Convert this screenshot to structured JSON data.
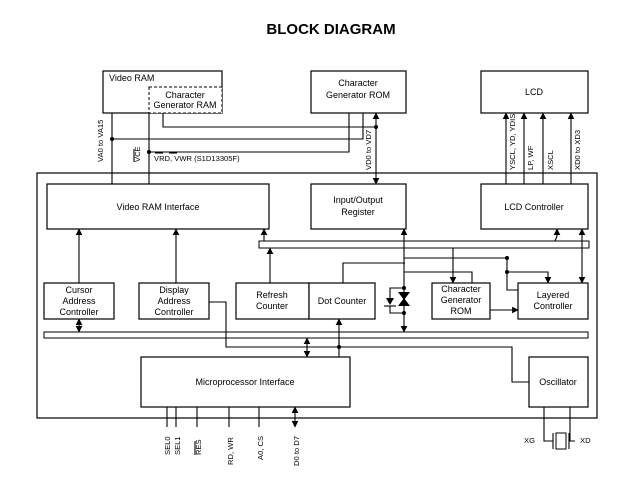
{
  "title": "BLOCK DIAGRAM",
  "blocks": {
    "video_ram": "Video RAM",
    "char_gen_ram": [
      "Character",
      "Generator RAM"
    ],
    "char_gen_rom_top": [
      "Character",
      "Generator ROM"
    ],
    "lcd": "LCD",
    "video_ram_interface": "Video RAM Interface",
    "io_register": [
      "Input/Output",
      "Register"
    ],
    "lcd_controller": "LCD Controller",
    "cursor_address_controller": [
      "Cursor",
      "Address",
      "Controller"
    ],
    "display_address_controller": [
      "Display",
      "Address",
      "Controller"
    ],
    "refresh_counter": [
      "Refresh",
      "Counter"
    ],
    "dot_counter": "Dot Counter",
    "char_gen_rom_mid": [
      "Character",
      "Generator",
      "ROM"
    ],
    "layered_controller": [
      "Layered",
      "Controller"
    ],
    "microprocessor_interface": "Microprocessor Interface",
    "oscillator": "Oscillator"
  },
  "signals": {
    "va": "VA0 to VA15",
    "vce": "VCE",
    "vrd_vwr": "VRD, VWR (S1D13305F)",
    "vd": "VD0 to VD7",
    "yscl": "YSCL, YD, YDIS",
    "lp_wf": "LP, WF",
    "xscl": "XSCL",
    "xd": "XD0 to XD3",
    "sel0": "SEL0",
    "sel1": "SEL1",
    "res": "RES",
    "rd_wr": "RD, WR",
    "a0_cs": "A0, CS",
    "d": "D0 to D7",
    "xg": "XG",
    "xd_out": "XD"
  }
}
